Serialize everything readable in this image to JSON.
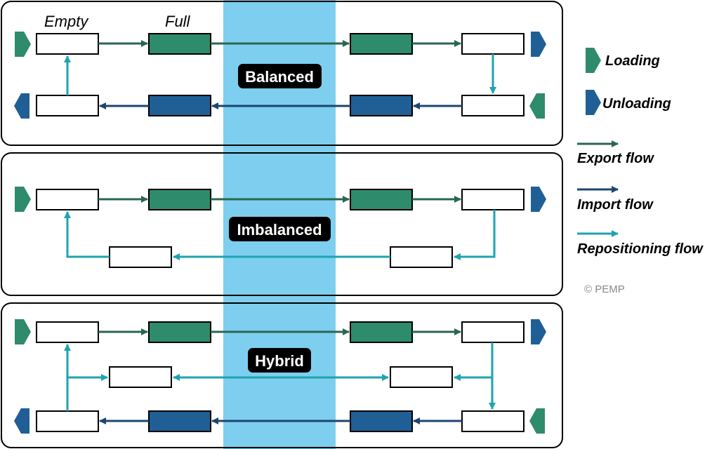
{
  "header_labels": {
    "empty": "Empty",
    "full": "Full"
  },
  "scenarios": [
    {
      "label": "Balanced"
    },
    {
      "label": "Imbalanced"
    },
    {
      "label": "Hybrid"
    }
  ],
  "legend": {
    "loading": "Loading",
    "unloading": "Unloading",
    "export_flow": "Export flow",
    "import_flow": "Import flow",
    "repositioning_flow": "Repositioning flow"
  },
  "copyright": "© PEMP",
  "colors": {
    "loading": "#2e8b6c",
    "unloading": "#1f5f96",
    "export_flow": "#2a6650",
    "import_flow": "#1c466e",
    "repositioning_flow": "#1ea3b0",
    "sea_band": "#7ecfef",
    "label_bg": "#000000"
  }
}
